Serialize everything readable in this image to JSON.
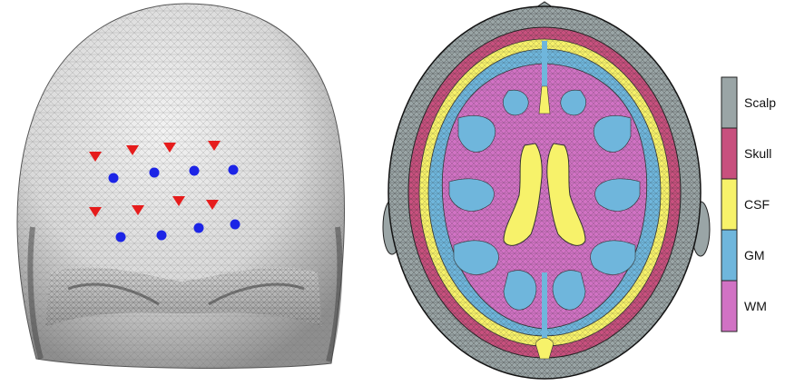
{
  "colors": {
    "scalp": "#9aa5a6",
    "skull": "#c8507e",
    "csf": "#f7f26a",
    "gm": "#6fb6dc",
    "wm": "#d172c4",
    "source_marker": "#e61c1c",
    "detector_marker": "#1c24e6",
    "background": "#ffffff"
  },
  "panels": {
    "head_surface": {
      "description_icon": "head-mesh-front-view",
      "sources_count_rows": [
        4,
        4
      ],
      "detectors_count_rows": [
        4,
        4
      ]
    },
    "brain_slice": {
      "description_icon": "axial-mesh-slice"
    }
  },
  "legend": {
    "items": [
      {
        "label": "Scalp",
        "color": "#9aa5a6"
      },
      {
        "label": "Skull",
        "color": "#c8507e"
      },
      {
        "label": "CSF",
        "color": "#f7f26a"
      },
      {
        "label": "GM",
        "color": "#6fb6dc"
      },
      {
        "label": "WM",
        "color": "#d172c4"
      }
    ]
  }
}
